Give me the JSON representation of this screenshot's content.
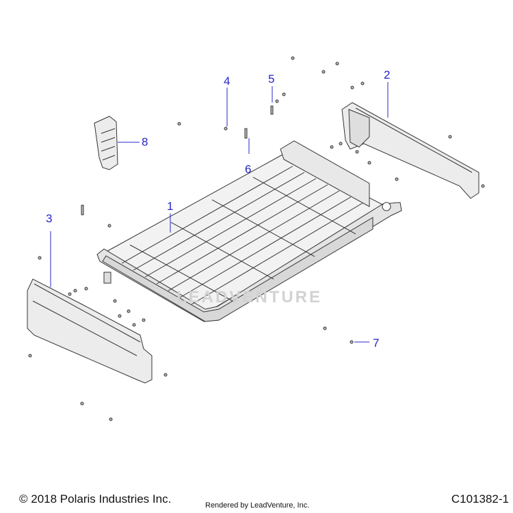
{
  "diagram": {
    "callouts": [
      "1",
      "2",
      "3",
      "4",
      "5",
      "6",
      "7",
      "8"
    ],
    "watermark": "LEADVENTURE"
  },
  "footer": {
    "copyright": "© 2018 Polaris Industries Inc.",
    "rendered_by": "Rendered by LeadVenture, Inc.",
    "part_code": "C101382-1"
  },
  "colors": {
    "callout": "#2424c8",
    "line_art": "#333333",
    "part_fill": "#efefef"
  }
}
